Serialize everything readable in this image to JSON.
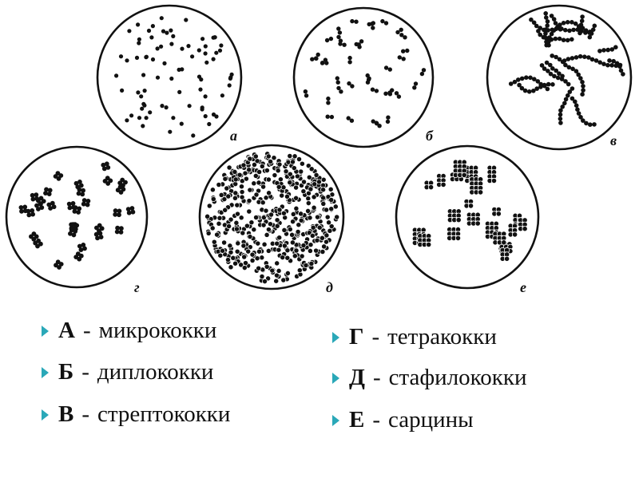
{
  "panels": [
    {
      "id": "a",
      "label": "а"
    },
    {
      "id": "b",
      "label": "б"
    },
    {
      "id": "v",
      "label": "в"
    },
    {
      "id": "g",
      "label": "г"
    },
    {
      "id": "d",
      "label": "д"
    },
    {
      "id": "e",
      "label": "е"
    }
  ],
  "legend_left": [
    {
      "letter": "А",
      "dash": "-",
      "text": "микрококки"
    },
    {
      "letter": "Б",
      "dash": "-",
      "text": "диплококки"
    },
    {
      "letter": "В",
      "dash": "-",
      "text": "стрептококки"
    }
  ],
  "legend_right": [
    {
      "letter": "Г",
      "dash": "-",
      "text": "тетракокки"
    },
    {
      "letter": "Д",
      "dash": "-",
      "text": "стафилококки"
    },
    {
      "letter": "Е",
      "dash": "-",
      "text": "сарцины"
    }
  ],
  "colors": {
    "bullet": "#2aa8b8",
    "ink": "#111111"
  }
}
